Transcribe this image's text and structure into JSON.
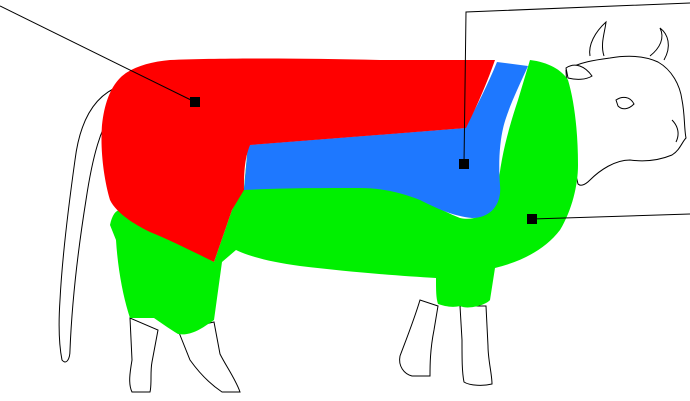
{
  "diagram": {
    "subject": "cow",
    "regions": [
      {
        "id": "hindquarter",
        "color": "#ff0000"
      },
      {
        "id": "back",
        "color": "#1e78ff"
      },
      {
        "id": "forequarter-and-belly",
        "color": "#00f000"
      }
    ],
    "outline_color": "#000000",
    "background": "#ffffff"
  }
}
